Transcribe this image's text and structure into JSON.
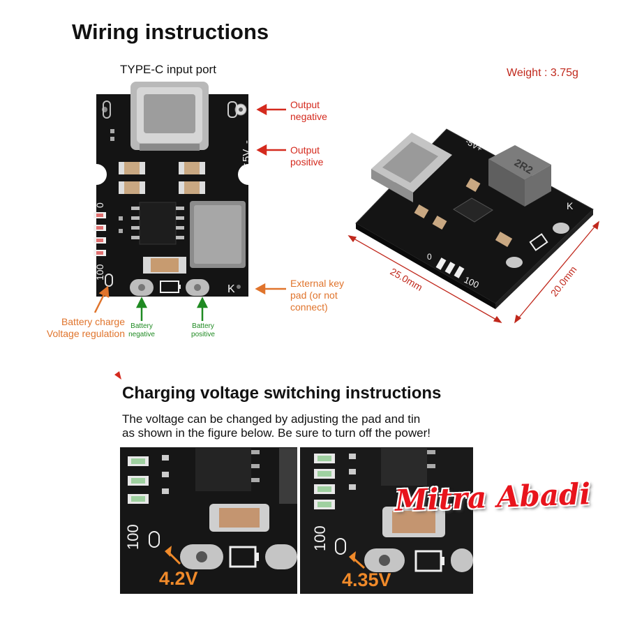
{
  "title": "Wiring instructions",
  "weight_label": "Weight : 3.75g",
  "front_board": {
    "port_label": "TYPE-C input port",
    "output_negative": [
      "Output",
      "negative"
    ],
    "output_positive": [
      "Output",
      "positive"
    ],
    "external_key": [
      "External key",
      "pad (or not",
      "connect)"
    ],
    "battery_charge": [
      "Battery charge",
      "Voltage regulation"
    ],
    "battery_negative": [
      "Battery",
      "negative"
    ],
    "battery_positive": [
      "Battery",
      "positive"
    ],
    "silk_5v": "5V",
    "silk_minus": "-",
    "silk_plus": "+",
    "silk_0": "0",
    "silk_100": "100",
    "silk_k": "K"
  },
  "iso_board": {
    "dim_length": "25.0mm",
    "dim_width": "20.0mm",
    "inductor_mark": "2R2",
    "silk_5v": "-5V+",
    "silk_0": "0",
    "silk_100": "100",
    "silk_k": "K"
  },
  "switching": {
    "title": "Charging voltage switching instructions",
    "desc_line1": "The voltage can be changed by adjusting the pad and tin",
    "desc_line2": "as shown in the figure below. Be sure to turn off the power!",
    "left_voltage": "4.2V",
    "right_voltage": "4.35V",
    "silk_100": "100"
  },
  "watermark": "Mitra Abadi",
  "colors": {
    "pcb": "#141414",
    "label_red": "#d42a1e",
    "label_orange": "#e0742c",
    "label_green": "#1f8a22",
    "voltage_orange": "#f08a2a"
  }
}
